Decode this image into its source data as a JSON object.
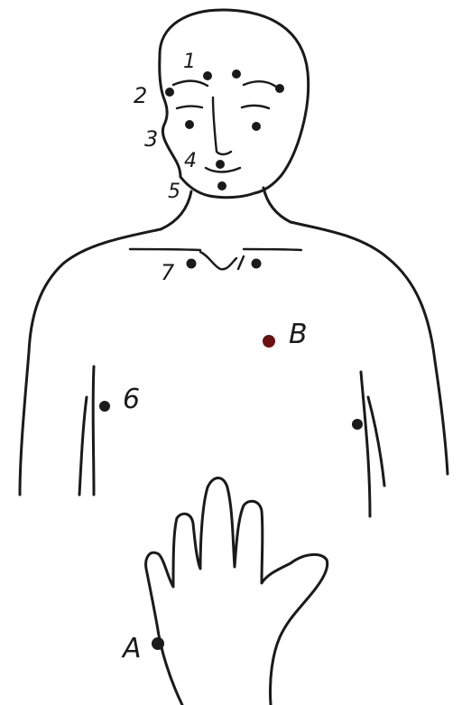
{
  "labels": {
    "p1": "1",
    "p2": "2",
    "p3": "3",
    "p4": "4",
    "p5": "5",
    "p6": "6",
    "p7": "7",
    "pA": "A",
    "pB": "B"
  },
  "colors": {
    "ink": "#1a1a1a",
    "point_b": "#6b1010"
  }
}
